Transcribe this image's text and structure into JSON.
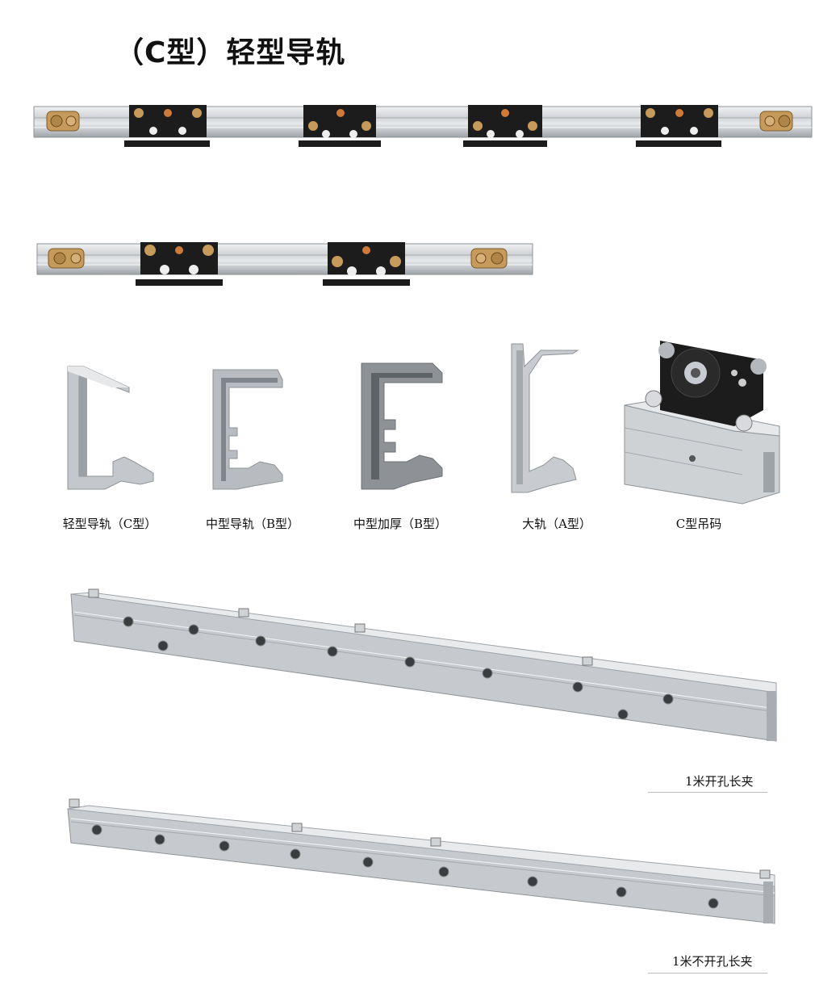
{
  "page": {
    "title": "（C型）轻型导轨"
  },
  "profiles": [
    {
      "name": "light-rail-c",
      "label": "轻型导轨（C型）"
    },
    {
      "name": "medium-rail-b",
      "label": "中型导轨（B型）"
    },
    {
      "name": "medium-thick-b",
      "label": "中型加厚（B型）"
    },
    {
      "name": "large-rail-a",
      "label": "大轨（A型）"
    },
    {
      "name": "c-hanger",
      "label": "C型吊码"
    }
  ],
  "clamps": [
    {
      "name": "clamp-drilled",
      "label": "1米开孔长夹"
    },
    {
      "name": "clamp-undrilled",
      "label": "1米不开孔长夹"
    }
  ],
  "colors": {
    "aluminum_light": "#e2e4e6",
    "aluminum_mid": "#bfc3c7",
    "aluminum_dark": "#8e9398",
    "hanger_black": "#1c1c1c",
    "brass": "#c69a5a"
  }
}
